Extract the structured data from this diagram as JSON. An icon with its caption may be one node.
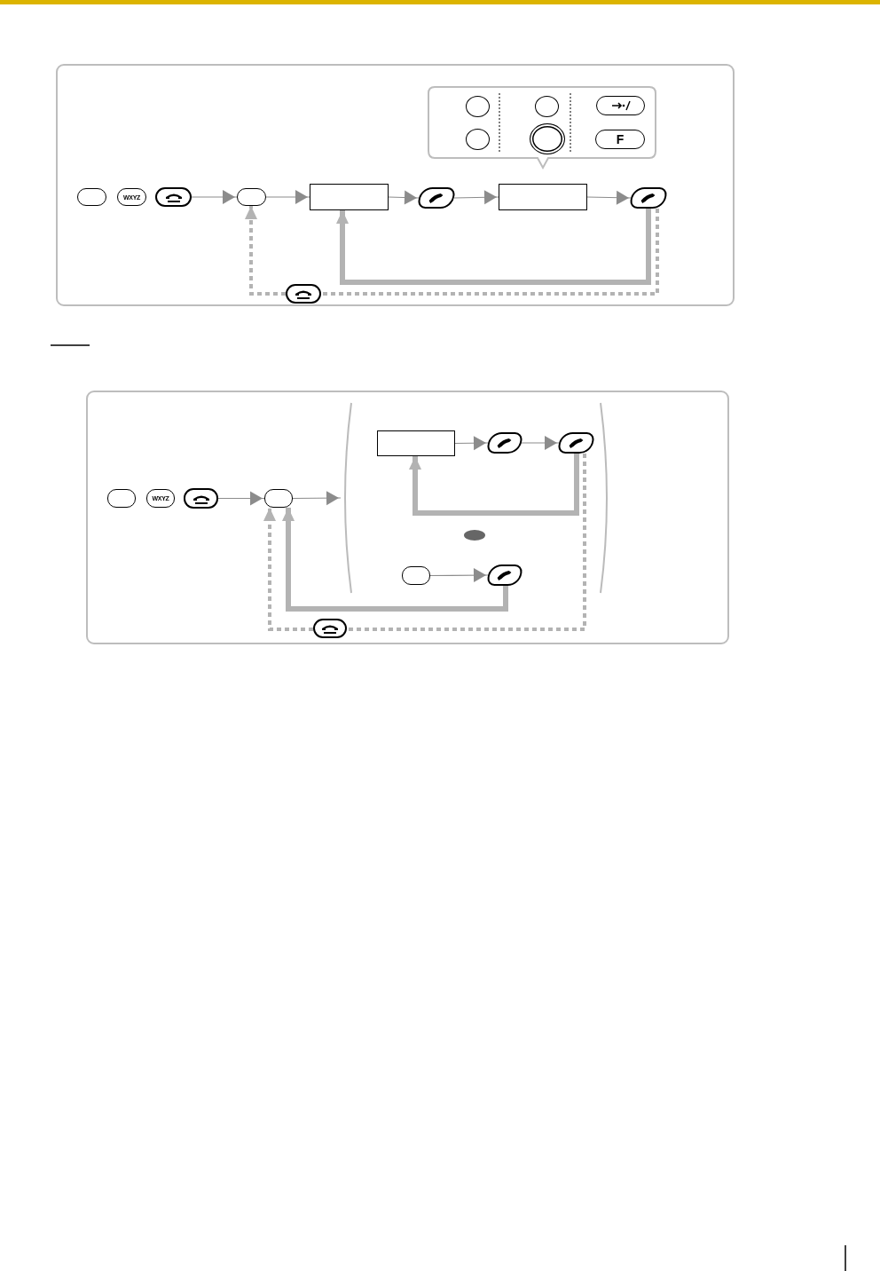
{
  "diagram": {
    "nodes": [
      {
        "text": [],
        "shape": "box"
      },
      {
        "text": [],
        "shape": "button",
        "in": 0
      },
      {
        "text": [
          "WXYZ"
        ],
        "in": 0
      },
      {
        "text": [],
        "shape": "button",
        "in": 0
      },
      {
        "text": [],
        "shape": "button",
        "in": 0
      },
      {
        "text": [],
        "shape": "box",
        "in": 0
      },
      {
        "text": [],
        "shape": "button",
        "in": 0
      },
      {
        "text": [],
        "shape": "box",
        "in": 0
      },
      {
        "text": [],
        "shape": "button",
        "in": 0
      },
      {
        "text": [],
        "shape": "callout",
        "in": 0
      },
      {
        "text": [],
        "shape": "circle",
        "in": 9
      },
      {
        "text": [],
        "shape": "circle",
        "in": 9
      },
      {
        "text": [],
        "shape": "circle",
        "in": 9
      },
      {
        "text": [],
        "shape": "circle",
        "in": 9
      },
      {
        "text": [],
        "shape": "button",
        "in": 9
      },
      {
        "text": [
          "F"
        ],
        "in": 9
      },
      {
        "text": [],
        "shape": "button",
        "in": 0
      },
      {
        "text": [],
        "shape": "box"
      },
      {
        "text": [],
        "shape": "button",
        "in": 17
      },
      {
        "text": [
          "WXYZ"
        ],
        "in": 17
      },
      {
        "text": [],
        "shape": "button",
        "in": 17
      },
      {
        "text": [],
        "shape": "button",
        "in": 17
      },
      {
        "text": [],
        "shape": "bracket",
        "in": 17
      },
      {
        "text": [],
        "shape": "box",
        "in": 22
      },
      {
        "text": [],
        "shape": "button",
        "in": 22
      },
      {
        "text": [],
        "shape": "button",
        "in": 22
      },
      {
        "text": [],
        "shape": "oval",
        "in": 22
      },
      {
        "text": [],
        "shape": "button",
        "in": 22
      },
      {
        "text": [],
        "shape": "button",
        "in": 22
      },
      {
        "text": [],
        "shape": "button",
        "in": 17
      }
    ],
    "edges": [
      {
        "from": 3,
        "to": 4,
        "arrow": "to"
      },
      {
        "from": 4,
        "to": 5,
        "arrow": "to"
      },
      {
        "from": 5,
        "to": 6,
        "arrow": "to"
      },
      {
        "from": 6,
        "to": 7,
        "arrow": "to"
      },
      {
        "from": 7,
        "to": 8,
        "arrow": "to"
      },
      {
        "from": 8,
        "to": 5,
        "arrow": "to",
        "style": "thick",
        "color": "#b3b3b3"
      },
      {
        "from": 8,
        "to": 16,
        "arrow": "none",
        "style": "dashed",
        "color": "#b3b3b3"
      },
      {
        "from": 16,
        "to": 4,
        "arrow": "to",
        "style": "dashed",
        "color": "#b3b3b3"
      },
      {
        "from": 20,
        "to": 21,
        "arrow": "to"
      },
      {
        "from": 21,
        "to": 22,
        "arrow": "to"
      },
      {
        "from": 23,
        "to": 24,
        "arrow": "to"
      },
      {
        "from": 24,
        "to": 25,
        "arrow": "to"
      },
      {
        "from": 27,
        "to": 28,
        "arrow": "to"
      },
      {
        "from": 25,
        "to": 23,
        "arrow": "to",
        "style": "thick",
        "color": "#b3b3b3"
      },
      {
        "from": 28,
        "to": 21,
        "arrow": "to",
        "style": "thick",
        "color": "#b3b3b3"
      },
      {
        "from": 25,
        "to": 29,
        "arrow": "none",
        "style": "dashed",
        "color": "#b3b3b3"
      },
      {
        "from": 29,
        "to": 21,
        "arrow": "to",
        "style": "dashed",
        "color": "#b3b3b3"
      }
    ]
  }
}
